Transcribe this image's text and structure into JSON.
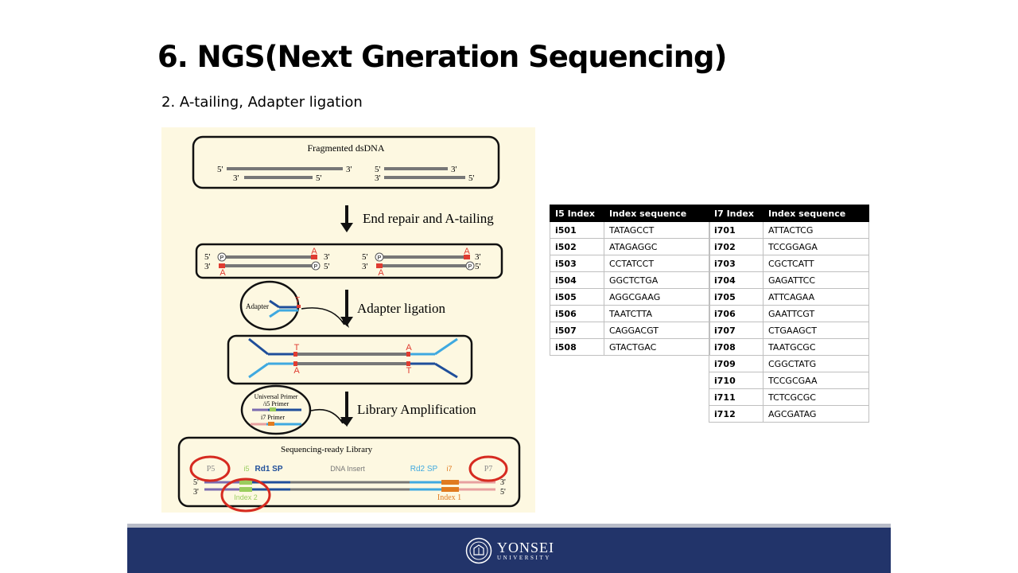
{
  "slide": {
    "title": "6. NGS(Next Gneration Sequencing)",
    "subtitle": "2. A-tailing, Adapter ligation"
  },
  "figure": {
    "box1_title": "Fragmented dsDNA",
    "step1": "End repair and A-tailing",
    "step2": "Adapter ligation",
    "step3": "Library Amplification",
    "adapter_label": "Adapter",
    "primer_label1": "Universal Primer",
    "primer_label2": "/i5 Primer",
    "primer_label3": "i7 Primer",
    "library_title": "Sequencing-ready Library",
    "p5": "P5",
    "i5": "i5",
    "rd1": "Rd1 SP",
    "insert": "DNA Insert",
    "rd2": "Rd2 SP",
    "i7": "i7",
    "p7": "P7",
    "index2": "Index 2",
    "index1": "Index 1",
    "five_prime": "5'",
    "three_prime": "3'",
    "base_a": "A",
    "base_t": "T",
    "phosphate": "P"
  },
  "table_i5": {
    "headers": [
      "I5 Index",
      "Index sequence"
    ],
    "rows": [
      [
        "i501",
        "TATAGCCT"
      ],
      [
        "i502",
        "ATAGAGGC"
      ],
      [
        "i503",
        "CCTATCCT"
      ],
      [
        "i504",
        "GGCTCTGA"
      ],
      [
        "i505",
        "AGGCGAAG"
      ],
      [
        "i506",
        "TAATCTTA"
      ],
      [
        "i507",
        "CAGGACGT"
      ],
      [
        "i508",
        "GTACTGAC"
      ]
    ]
  },
  "table_i7": {
    "headers": [
      "I7 Index",
      "Index sequence"
    ],
    "rows": [
      [
        "i701",
        "ATTACTCG"
      ],
      [
        "i702",
        "TCCGGAGA"
      ],
      [
        "i703",
        "CGCTCATT"
      ],
      [
        "i704",
        "GAGATTCC"
      ],
      [
        "i705",
        "ATTCAGAA"
      ],
      [
        "i706",
        "GAATTCGT"
      ],
      [
        "i707",
        "CTGAAGCT"
      ],
      [
        "i708",
        "TAATGCGC"
      ],
      [
        "i709",
        "CGGCTATG"
      ],
      [
        "i710",
        "TCCGCGAA"
      ],
      [
        "i711",
        "TCTCGCGC"
      ],
      [
        "i712",
        "AGCGATAG"
      ]
    ]
  },
  "footer": {
    "logo_line1": "YONSEI",
    "logo_line2": "UNIVERSITY"
  },
  "colors": {
    "figure_bg": "#fdf8e1",
    "footer_bg": "#22346a",
    "adapter_dark": "#1f4e9a",
    "adapter_light": "#3fa9e0",
    "a_tail": "#e03c31",
    "highlight_circle": "#d62a20"
  }
}
